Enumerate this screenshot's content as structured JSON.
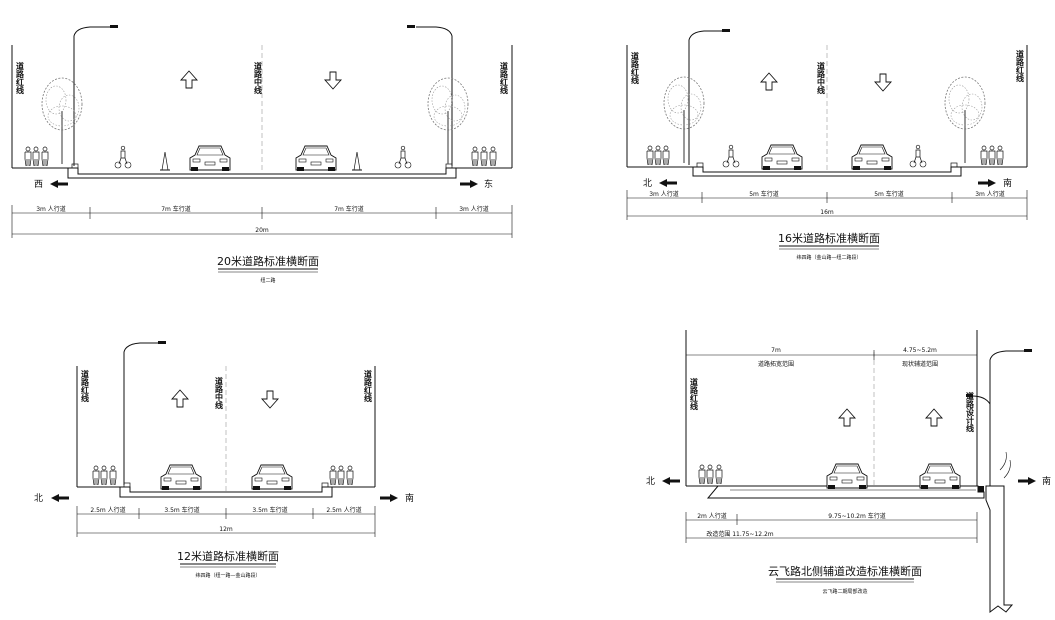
{
  "sections": [
    {
      "id": "20m",
      "title": "20米道路标准横断面",
      "subtitle": "纽二路",
      "left_direction": "西",
      "right_direction": "东",
      "left_redline": "道路红线",
      "center_line": "道路中线",
      "right_redline": "道路红线",
      "segments": [
        "3m 人行道",
        "7m 车行道",
        "7m 车行道",
        "3m 人行道"
      ],
      "total": "20m"
    },
    {
      "id": "16m",
      "title": "16米道路标准横断面",
      "subtitle": "纬四路（金山路—纽二路段）",
      "left_direction": "北",
      "right_direction": "南",
      "left_redline": "道路红线",
      "center_line": "道路中线",
      "right_redline": "道路红线",
      "segments": [
        "3m 人行道",
        "5m 车行道",
        "5m 车行道",
        "3m 人行道"
      ],
      "total": "16m"
    },
    {
      "id": "12m",
      "title": "12米道路标准横断面",
      "subtitle": "纬四路（纽一路—金山路段）",
      "left_direction": "北",
      "right_direction": "南",
      "left_redline": "道路红线",
      "center_line": "道路中线",
      "right_redline": "道路红线",
      "segments": [
        "2.5m 人行道",
        "3.5m 车行道",
        "3.5m 车行道",
        "2.5m 人行道"
      ],
      "total": "12m"
    },
    {
      "id": "yunfei",
      "title": "云飞路北侧辅道改造标准横断面",
      "subtitle": "云飞路二期局部改造",
      "left_direction": "北",
      "right_direction": "南",
      "left_redline": "道路红线",
      "right_design_line": "道路设计线",
      "top_segments": [
        "7m",
        "4.75~5.2m"
      ],
      "top_labels": [
        "道路拓宽范围",
        "现状辅道范围"
      ],
      "segments": [
        "2m 人行道",
        "9.75~10.2m 车行道"
      ],
      "total": "改造范围 11.75~12.2m"
    }
  ]
}
